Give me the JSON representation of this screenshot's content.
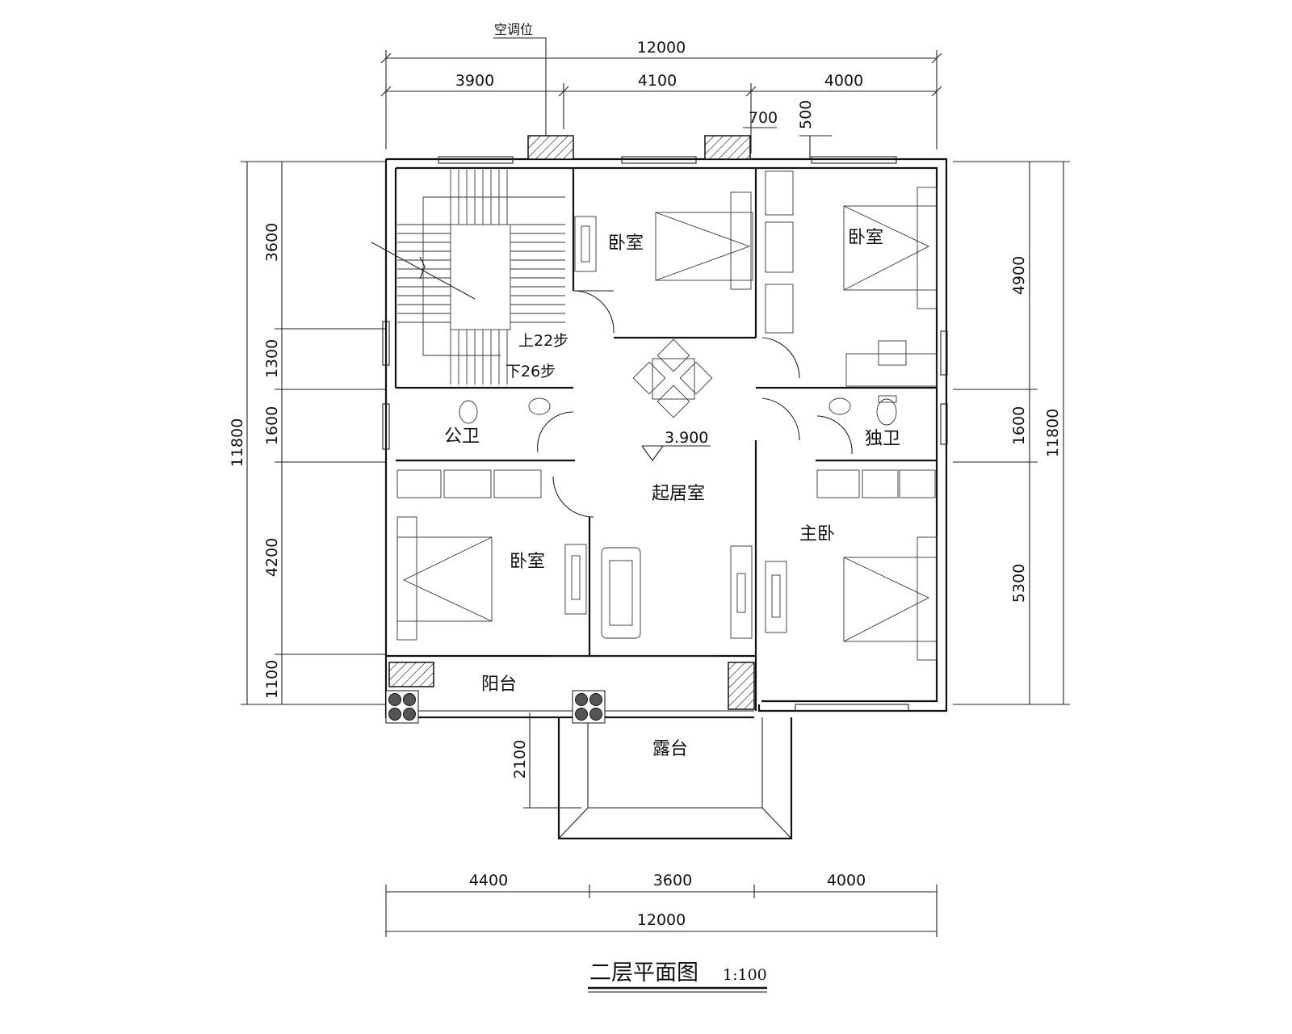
{
  "drawing": {
    "title": "二层平面图",
    "scale": "1:100",
    "ac_note": "空调位"
  },
  "dimensions": {
    "top_total": "12000",
    "top_segments": [
      "3900",
      "4100",
      "4000"
    ],
    "top_detail_a": "700",
    "top_detail_b": "500",
    "bottom_segments": [
      "4400",
      "3600",
      "4000"
    ],
    "bottom_total": "12000",
    "left_segments": [
      "3600",
      "1300",
      "1600",
      "4200",
      "1100"
    ],
    "left_total": "11800",
    "right_segments": [
      "4900",
      "1600",
      "5300"
    ],
    "right_total": "11800",
    "terrace_depth": "2100"
  },
  "rooms": {
    "bedroom_1": "卧室",
    "bedroom_2": "卧室",
    "bedroom_3": "卧室",
    "master_bedroom": "主卧",
    "living_room": "起居室",
    "public_bathroom": "公卫",
    "private_bathroom": "独卫",
    "balcony": "阳台",
    "terrace": "露台"
  },
  "stairs": {
    "up_label": "上22步",
    "down_label": "下26步"
  },
  "elevation": "3.900"
}
